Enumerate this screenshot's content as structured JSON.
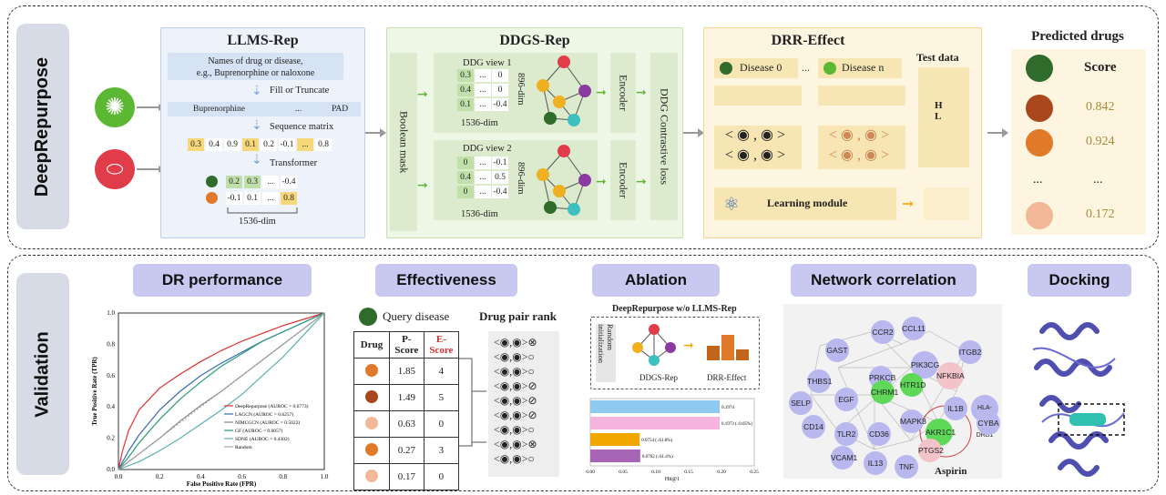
{
  "top": {
    "side_label": "DeepRepurpose",
    "llms": {
      "title": "LLMS-Rep",
      "input_line1": "Names of drug or disease,",
      "input_line2": "e.g., Buprenorphine or naloxone",
      "fill": "Fill or Truncate",
      "seq_first": "Buprenorphine",
      "seq_dots": "...",
      "seq_pad": "PAD",
      "seq_matrix": "Sequence matrix",
      "seq_values": [
        "0.3",
        "0.4",
        "0.9",
        "0.1",
        "0.2",
        "-0.1",
        "...",
        "0.8"
      ],
      "transformer": "Transformer",
      "row1": [
        "0.2",
        "0.3",
        "...",
        "-0.4"
      ],
      "row2": [
        "-0.1",
        "0.1",
        "...",
        "0.8"
      ],
      "dim": "1536-dim"
    },
    "ddgs": {
      "title": "DDGS-Rep",
      "bool_mask": "Boolean mask",
      "view1": "DDG view 1",
      "view2": "DDG view 2",
      "v1_row1": [
        "0.3",
        "...",
        "0"
      ],
      "v1_row2": [
        "0.4",
        "...",
        "0"
      ],
      "v1_row3": [
        "0.1",
        "...",
        "-0.4"
      ],
      "v2_row1": [
        "0",
        "...",
        "-0.1"
      ],
      "v2_row2": [
        "0.4",
        "...",
        "0.5"
      ],
      "v2_row3": [
        "0",
        "...",
        "-0.4"
      ],
      "dim_h": "1536-dim",
      "dim_v": "896-dim",
      "encoder": "Encoder",
      "loss": "DDG Contrastive loss"
    },
    "drr": {
      "title": "DRR-Effect",
      "disease0": "Disease 0",
      "diseasen": "Disease n",
      "dots": "...",
      "learning": "Learning module",
      "test": "Test data",
      "h": "H",
      "l": "L"
    },
    "predicted": {
      "title": "Predicted drugs",
      "score_header": "Score",
      "scores": [
        "0.842",
        "0.924",
        "...",
        "0.172"
      ],
      "dots": "..."
    }
  },
  "bottom": {
    "side_label": "Validation",
    "dr": {
      "title": "DR performance",
      "xlabel": "False Positive Rate (FPR)",
      "ylabel": "True Positive Rate (TPR)",
      "legend": [
        "DeepRepurpose (AUROC = 0.6773)",
        "LAGCN (AUROC = 0.6257)",
        "NIMCGCN (AUROC = 0.5022)",
        "GF (AUROC = 0.6057)",
        "SDNE (AUROC = 0.4302)",
        "Random"
      ],
      "xticks": [
        "0.0",
        "0.2",
        "0.4",
        "0.6",
        "0.8",
        "1.0"
      ],
      "yticks": [
        "0.0",
        "0.2",
        "0.4",
        "0.6",
        "0.8",
        "1.0"
      ]
    },
    "eff": {
      "title": "Effectiveness",
      "query": "Query disease",
      "pair_rank": "Drug pair rank",
      "headers": [
        "Drug",
        "P-Score",
        "E-Score"
      ],
      "p": [
        "1.85",
        "1.49",
        "0.63",
        "0.27",
        "0.17"
      ],
      "e": [
        "4",
        "5",
        "0",
        "3",
        "0"
      ]
    },
    "abl": {
      "title": "Ablation",
      "subtitle": "DeepRepurpose w/o LLMS-Rep",
      "random_init": "Random initialization",
      "ddgs": "DDGS-Rep",
      "drr": "DRR-Effect",
      "xlabel": "Hit@1",
      "xticks": [
        "0.00",
        "0.05",
        "0.10",
        "0.15",
        "0.20",
        "0.25"
      ],
      "bar_labels": [
        "0.1974",
        "0.1973 (↓0.05%)",
        "0.0754 (↓61.8%)",
        "0.0762 (↓61.4%)"
      ]
    },
    "net": {
      "title": "Network correlation",
      "aspirin": "Aspirin",
      "nodes": [
        "CCR2",
        "CCL11",
        "GAST",
        "ITGB2",
        "PIK3CG",
        "PRKCB",
        "NFKBIA",
        "THBS1",
        "HLA-DRB1",
        "EGF",
        "SELP",
        "CHRM1",
        "HTR1D",
        "IL1B",
        "CD14",
        "TLR2",
        "CD36",
        "MAPK8",
        "CYBA",
        "AKR1C1",
        "PTGS2",
        "VCAM1",
        "IL13",
        "TNF"
      ]
    },
    "dock": {
      "title": "Docking"
    }
  },
  "chart_data": [
    {
      "type": "line",
      "title": "",
      "xlabel": "False Positive Rate (FPR)",
      "ylabel": "True Positive Rate (TPR)",
      "xlim": [
        0,
        1
      ],
      "ylim": [
        0,
        1
      ],
      "series": [
        {
          "name": "DeepRepurpose (AUROC = 0.6773)",
          "color": "#e03030",
          "x": [
            0,
            0.02,
            0.05,
            0.1,
            0.2,
            0.3,
            0.4,
            0.5,
            0.6,
            0.7,
            0.8,
            0.9,
            1
          ],
          "y": [
            0,
            0.12,
            0.25,
            0.38,
            0.52,
            0.61,
            0.69,
            0.76,
            0.82,
            0.87,
            0.92,
            0.96,
            1
          ]
        },
        {
          "name": "LAGCN (AUROC = 0.6257)",
          "color": "#3a6bb0",
          "x": [
            0,
            0.05,
            0.1,
            0.2,
            0.3,
            0.4,
            0.5,
            0.6,
            0.7,
            0.8,
            0.9,
            1
          ],
          "y": [
            0,
            0.12,
            0.22,
            0.38,
            0.5,
            0.6,
            0.68,
            0.75,
            0.82,
            0.88,
            0.94,
            1
          ]
        },
        {
          "name": "NIMCGCN (AUROC = 0.5022)",
          "color": "#888888",
          "x": [
            0,
            0.1,
            0.2,
            0.3,
            0.4,
            0.5,
            0.6,
            0.7,
            0.8,
            0.9,
            1
          ],
          "y": [
            0,
            0.1,
            0.2,
            0.31,
            0.41,
            0.5,
            0.6,
            0.7,
            0.8,
            0.9,
            1
          ]
        },
        {
          "name": "GF (AUROC = 0.6057)",
          "color": "#2a9a7a",
          "x": [
            0,
            0.05,
            0.1,
            0.2,
            0.3,
            0.4,
            0.5,
            0.6,
            0.7,
            0.8,
            0.9,
            1
          ],
          "y": [
            0,
            0.08,
            0.17,
            0.32,
            0.45,
            0.56,
            0.66,
            0.74,
            0.82,
            0.88,
            0.94,
            1
          ]
        },
        {
          "name": "SDNE (AUROC = 0.4302)",
          "color": "#5ab0b0",
          "x": [
            0,
            0.1,
            0.2,
            0.3,
            0.4,
            0.5,
            0.6,
            0.7,
            0.8,
            0.9,
            1
          ],
          "y": [
            0,
            0.05,
            0.12,
            0.2,
            0.29,
            0.38,
            0.48,
            0.6,
            0.72,
            0.86,
            1
          ]
        },
        {
          "name": "Random",
          "color": "#aaaaaa",
          "x": [
            0,
            1
          ],
          "y": [
            0,
            1
          ]
        }
      ]
    },
    {
      "type": "bar",
      "title": "DeepRepurpose w/o LLMS-Rep",
      "xlabel": "Hit@1",
      "ylabel": "",
      "xlim": [
        0,
        0.25
      ],
      "values": [
        0.1974,
        0.1973,
        0.0754,
        0.0762
      ],
      "colors": [
        "#8ec9ef",
        "#f5b5df",
        "#f0a800",
        "#a865b5"
      ]
    }
  ]
}
